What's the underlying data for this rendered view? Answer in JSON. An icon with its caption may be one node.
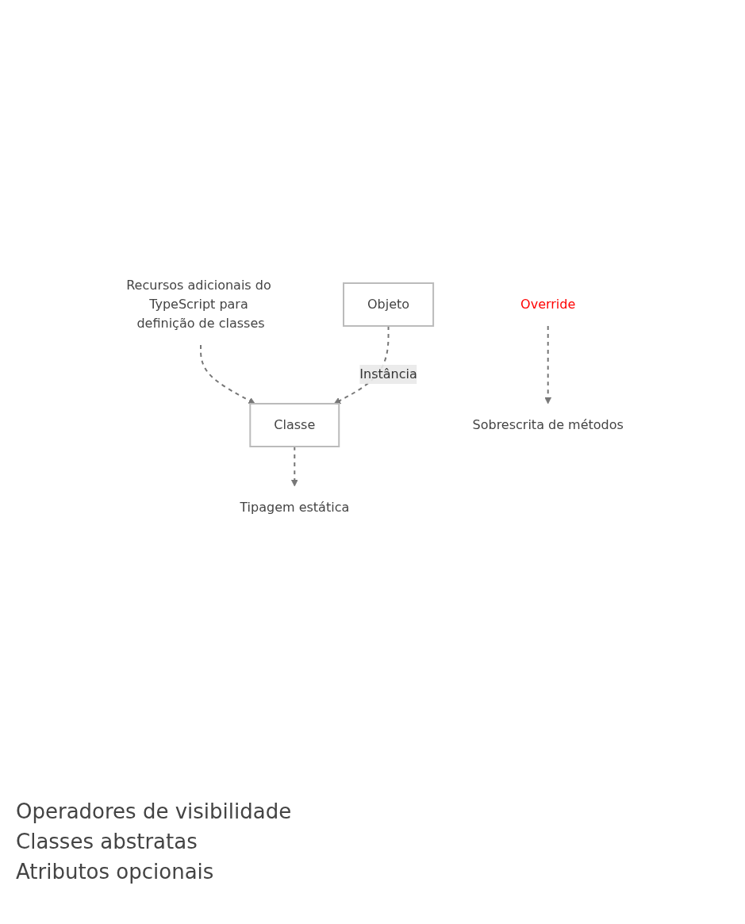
{
  "diagram": {
    "nodes": [
      {
        "text": [
          "Recursos adicionais do TypeScript para definição de classes"
        ]
      },
      {
        "text": [
          "Classe"
        ]
      },
      {
        "text": [
          "Objeto"
        ]
      },
      {
        "text": [
          "Tipagem estática"
        ]
      },
      {
        "text": [
          "Sobrescrita de métodos"
        ]
      },
      {
        "text": [
          "Override"
        ]
      }
    ],
    "edges": [
      {
        "from": 0,
        "to": 1,
        "arrow": "to",
        "style": "dashed"
      },
      {
        "from": 2,
        "to": 1,
        "arrow": "to",
        "style": "dashed",
        "label": "Instância"
      },
      {
        "from": 1,
        "to": 3,
        "arrow": "to",
        "style": "dashed"
      },
      {
        "from": 5,
        "to": 4,
        "arrow": "to",
        "style": "dashed"
      }
    ],
    "labels": [
      "Operadores de visibilidade",
      "Classes abstratas",
      "Atributos opcionais"
    ]
  }
}
